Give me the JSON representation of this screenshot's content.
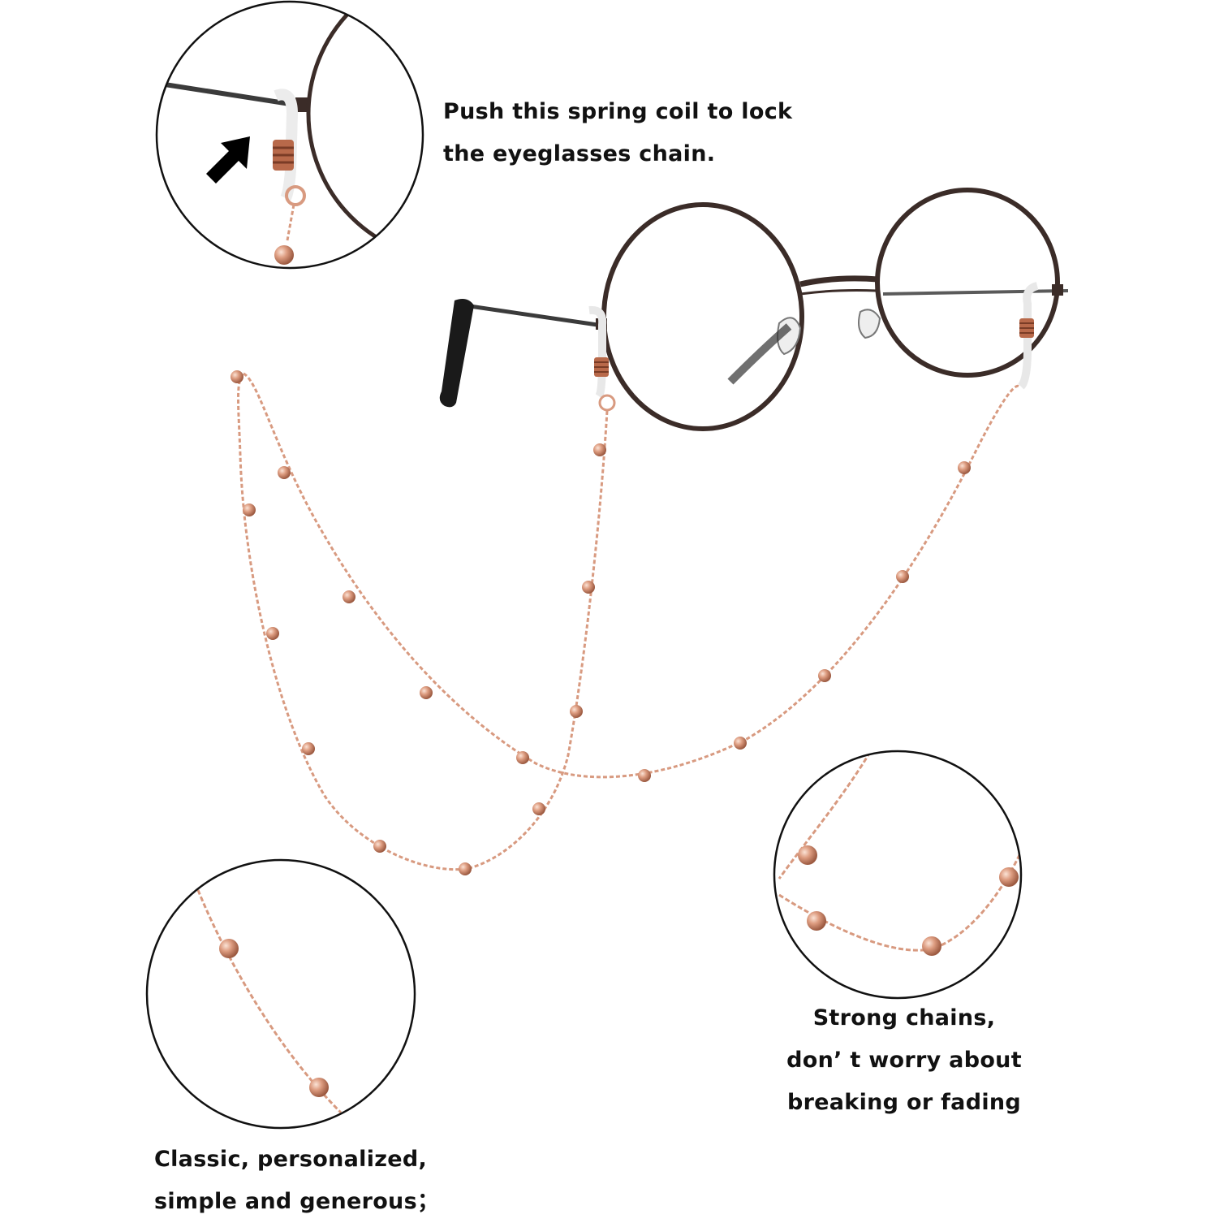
{
  "colors": {
    "background": "#ffffff",
    "text": "#111111",
    "frame": "#3b2c28",
    "chain": "#d89a80",
    "bead": "#c9876c",
    "coil": "#b8694a",
    "rubber": "#f2f2f2",
    "temple_tip": "#1a1a1a",
    "circle_outline": "#111111"
  },
  "captions": {
    "lock": [
      "Push this spring coil to lock",
      "the eyeglasses chain."
    ],
    "strong": [
      "Strong chains,",
      "don’ t worry about",
      "breaking or fading"
    ],
    "classic": [
      "Classic, personalized,",
      "simple and generous；"
    ]
  },
  "icons": {
    "pointer": "arrow-pointer-icon"
  }
}
